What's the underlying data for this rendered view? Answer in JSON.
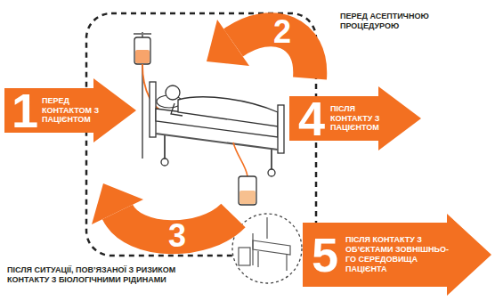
{
  "diagram": {
    "nodes": [
      {
        "text": [
          "1",
          "ПЕРЕД КОНТАКТОМ З ПАЦІЄНТОМ"
        ]
      },
      {
        "text": [
          "2",
          "ПЕРЕД АСЕПТИЧНОЮ ПРОЦЕДУРОЮ"
        ]
      },
      {
        "text": [
          "3",
          "ПІСЛЯ СИТУАЦІЇ, ПОВ’ЯЗАНОЇ З РИЗИКОМ КОНТАКТУ З БІОЛОГІЧНИМИ РІДИНАМИ"
        ]
      },
      {
        "text": [
          "4",
          "ПІСЛЯ КОНТАКТУ З ПАЦІЄНТОМ"
        ]
      },
      {
        "text": [
          "5",
          "ПІСЛЯ КОНТАКТУ З ОБ’ЄКТАМИ ЗОВНІШНЬО- ГО СЕРЕДОВИЩА ПАЦІЄНТА"
        ]
      }
    ]
  }
}
